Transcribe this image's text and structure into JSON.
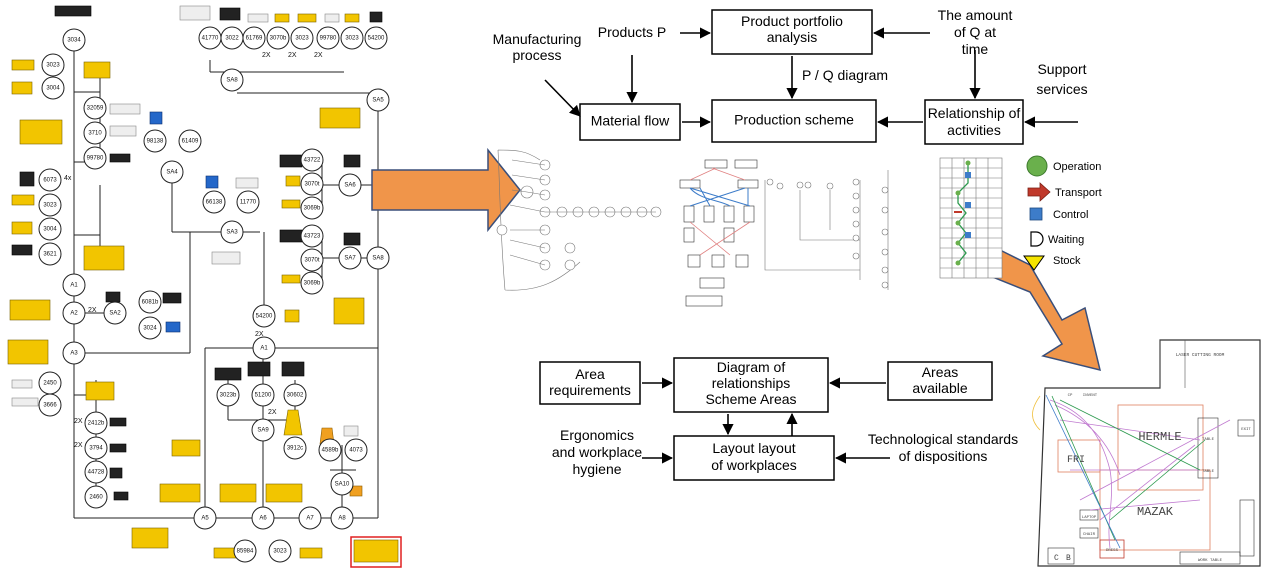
{
  "tree": {
    "left_nodes": [
      "3034",
      "3023",
      "3004",
      "32059",
      "3710",
      "99780",
      "6073",
      "3023",
      "3004",
      "3621",
      "A1",
      "A2",
      "SA2",
      "A3",
      "2450",
      "3666",
      "2412b",
      "3794",
      "44728",
      "2460"
    ],
    "mid_nodes": [
      "98138",
      "61409",
      "SA4",
      "66138",
      "11770",
      "SA3",
      "6081b",
      "3024",
      "54200",
      "A1",
      "3023b",
      "51200",
      "30602",
      "SA9",
      "3912c",
      "4589b",
      "4073",
      "SA10",
      "A5",
      "A6",
      "A7",
      "A8",
      "85984",
      "3023"
    ],
    "top_nodes": [
      "41770",
      "3022",
      "61769",
      "3070b",
      "3023",
      "99780",
      "3023",
      "54200",
      "SA8",
      "SA5"
    ],
    "right_nodes": [
      "43722",
      "3070t",
      "3069b",
      "SA6",
      "43723",
      "3070t",
      "3069b",
      "SA7",
      "SA8"
    ],
    "multipliers": [
      "4x",
      "2X",
      "2X",
      "2X",
      "2X",
      "2X",
      "2X",
      "2X",
      "2X"
    ]
  },
  "flow_top": {
    "boxes": {
      "portfolio": "Product portfolio analysis",
      "material": "Material flow",
      "scheme": "Production scheme",
      "relationship": "Relationship of activities"
    },
    "labels": {
      "manufacturing": "Manufacturing process",
      "products": "Products P",
      "amount": "The amount of Q at time t",
      "pq": "P / Q diagram",
      "support": "Support services"
    }
  },
  "flow_bottom": {
    "boxes": {
      "area_req": "Area requirements",
      "diagram": "Diagram of relationships Scheme Areas",
      "areas_avail": "Areas available",
      "layout": "Layout layout of workplaces"
    },
    "labels": {
      "ergonomics": "Ergonomics and workplace hygiene",
      "standards": "Technological standards of dispositions"
    }
  },
  "legend": {
    "items": [
      "Operation",
      "Transport",
      "Control",
      "Waiting",
      "Stock"
    ],
    "colors": {
      "operation": "#6ab04c",
      "transport": "#c0392b",
      "control": "#3d7cc9",
      "stock": "#f5e400"
    }
  },
  "floorplan": {
    "labels": [
      "HERMLE",
      "FRI",
      "MAZAK",
      "LASER CUTTING ROOM",
      "WORK TABLE",
      "TABLE",
      "TABLE",
      "INVENT",
      "EXIT",
      "CP",
      "C",
      "B",
      "LAPTOP",
      "CHAIR",
      "DRESS"
    ]
  },
  "arrow_color": "#f0954a"
}
